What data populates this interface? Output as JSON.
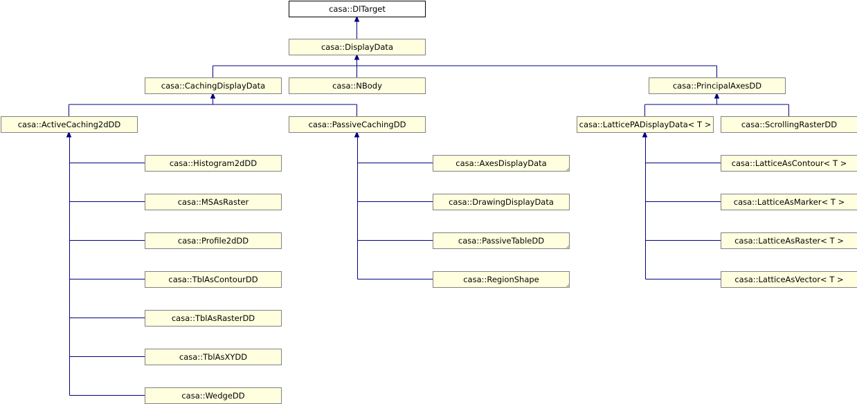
{
  "diagram": {
    "classes": [
      {
        "id": "dltarget",
        "label": "casa::DlTarget"
      },
      {
        "id": "displaydata",
        "label": "casa::DisplayData"
      },
      {
        "id": "cachingdisplaydata",
        "label": "casa::CachingDisplayData"
      },
      {
        "id": "nbody",
        "label": "casa::NBody"
      },
      {
        "id": "principalaxesdd",
        "label": "casa::PrincipalAxesDD"
      },
      {
        "id": "activecaching2ddd",
        "label": "casa::ActiveCaching2dDD"
      },
      {
        "id": "passivecachingdd",
        "label": "casa::PassiveCachingDD"
      },
      {
        "id": "latticepadisplaydata",
        "label": "casa::LatticePADisplayData< T >"
      },
      {
        "id": "scrollingrasterdd",
        "label": "casa::ScrollingRasterDD"
      },
      {
        "id": "histogram2ddd",
        "label": "casa::Histogram2dDD"
      },
      {
        "id": "msasraster",
        "label": "casa::MSAsRaster"
      },
      {
        "id": "profile2ddd",
        "label": "casa::Profile2dDD"
      },
      {
        "id": "tblascontourdd",
        "label": "casa::TblAsContourDD"
      },
      {
        "id": "tblasrasterdd",
        "label": "casa::TblAsRasterDD"
      },
      {
        "id": "tblasxydd",
        "label": "casa::TblAsXYDD"
      },
      {
        "id": "wedgedd",
        "label": "casa::WedgeDD"
      },
      {
        "id": "axesdisplaydata",
        "label": "casa::AxesDisplayData"
      },
      {
        "id": "drawingdisplaydata",
        "label": "casa::DrawingDisplayData"
      },
      {
        "id": "passivetabledd",
        "label": "casa::PassiveTableDD"
      },
      {
        "id": "regionshape",
        "label": "casa::RegionShape"
      },
      {
        "id": "latticeascontour",
        "label": "casa::LatticeAsContour< T >"
      },
      {
        "id": "latticeasmarker",
        "label": "casa::LatticeAsMarker< T >"
      },
      {
        "id": "latticeasraster",
        "label": "casa::LatticeAsRaster< T >"
      },
      {
        "id": "latticeasvector",
        "label": "casa::LatticeAsVector< T >"
      }
    ],
    "inheritance": [
      {
        "child": "displaydata",
        "parent": "dltarget"
      },
      {
        "child": "cachingdisplaydata",
        "parent": "displaydata"
      },
      {
        "child": "nbody",
        "parent": "displaydata"
      },
      {
        "child": "principalaxesdd",
        "parent": "displaydata"
      },
      {
        "child": "activecaching2ddd",
        "parent": "cachingdisplaydata"
      },
      {
        "child": "passivecachingdd",
        "parent": "cachingdisplaydata"
      },
      {
        "child": "latticepadisplaydata",
        "parent": "principalaxesdd"
      },
      {
        "child": "scrollingrasterdd",
        "parent": "principalaxesdd"
      },
      {
        "child": "histogram2ddd",
        "parent": "activecaching2ddd"
      },
      {
        "child": "msasraster",
        "parent": "activecaching2ddd"
      },
      {
        "child": "profile2ddd",
        "parent": "activecaching2ddd"
      },
      {
        "child": "tblascontourdd",
        "parent": "activecaching2ddd"
      },
      {
        "child": "tblasrasterdd",
        "parent": "activecaching2ddd"
      },
      {
        "child": "tblasxydd",
        "parent": "activecaching2ddd"
      },
      {
        "child": "wedgedd",
        "parent": "activecaching2ddd"
      },
      {
        "child": "axesdisplaydata",
        "parent": "passivecachingdd"
      },
      {
        "child": "drawingdisplaydata",
        "parent": "passivecachingdd"
      },
      {
        "child": "passivetabledd",
        "parent": "passivecachingdd"
      },
      {
        "child": "regionshape",
        "parent": "passivecachingdd"
      },
      {
        "child": "latticeascontour",
        "parent": "latticepadisplaydata"
      },
      {
        "child": "latticeasmarker",
        "parent": "latticepadisplaydata"
      },
      {
        "child": "latticeasraster",
        "parent": "latticepadisplaydata"
      },
      {
        "child": "latticeasvector",
        "parent": "latticepadisplaydata"
      }
    ]
  }
}
